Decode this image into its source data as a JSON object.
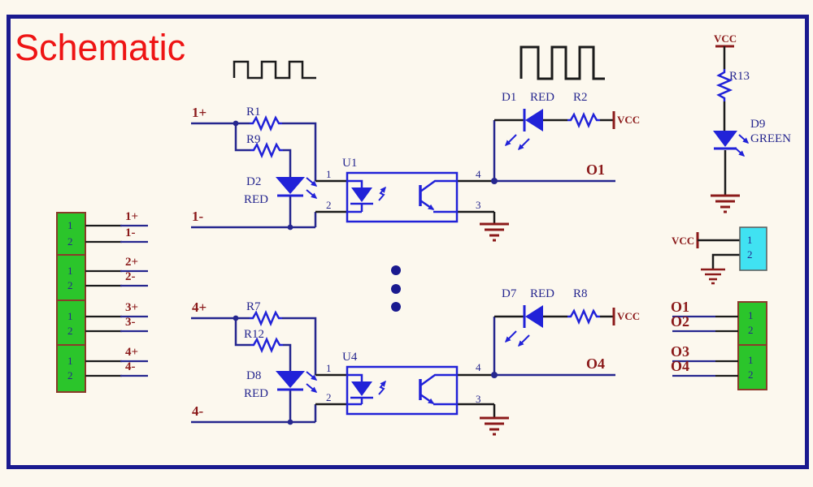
{
  "title": "Schematic",
  "colors": {
    "title_red": "#EE1414",
    "label_dark_red": "#8B1A1A",
    "wire_navy": "#26278F",
    "component_blue": "#2122D8",
    "block_green": "#2BC52B",
    "block_cyan": "#40E2F2",
    "background": "#FCF8EE",
    "border_navy": "#1A1A8F"
  },
  "channel1": {
    "input_pos": "1+",
    "input_neg": "1-",
    "res_top": "R1",
    "res_bottom": "R9",
    "led": "D2",
    "led_color": "RED",
    "opto": "U1",
    "pin1": "1",
    "pin2": "2",
    "pin3": "3",
    "pin4": "4",
    "out_led": "D1",
    "out_led_color": "RED",
    "out_res": "R2",
    "vcc": "VCC",
    "output": "O1"
  },
  "channel4": {
    "input_pos": "4+",
    "input_neg": "4-",
    "res_top": "R7",
    "res_bottom": "R12",
    "led": "D8",
    "led_color": "RED",
    "opto": "U4",
    "pin1": "1",
    "pin2": "2",
    "pin3": "3",
    "pin4": "4",
    "out_led": "D7",
    "out_led_color": "RED",
    "out_res": "R8",
    "vcc": "VCC",
    "output": "O4"
  },
  "power_led": {
    "vcc": "VCC",
    "res": "R13",
    "led": "D9",
    "led_color": "GREEN"
  },
  "input_connector": {
    "row_labels": [
      "1+",
      "1-",
      "2+",
      "2-",
      "3+",
      "3-",
      "4+",
      "4-"
    ],
    "blocks": [
      {
        "pin1": "1",
        "pin2": "2"
      },
      {
        "pin1": "1",
        "pin2": "2"
      },
      {
        "pin1": "1",
        "pin2": "2"
      },
      {
        "pin1": "1",
        "pin2": "2"
      }
    ]
  },
  "power_connector": {
    "vcc": "VCC",
    "pin1": "1",
    "pin2": "2"
  },
  "output_connector": {
    "row_labels": [
      "O1",
      "O2",
      "O3",
      "O4"
    ],
    "blocks": [
      {
        "pin1": "1",
        "pin2": "2"
      },
      {
        "pin1": "1",
        "pin2": "2"
      }
    ]
  }
}
